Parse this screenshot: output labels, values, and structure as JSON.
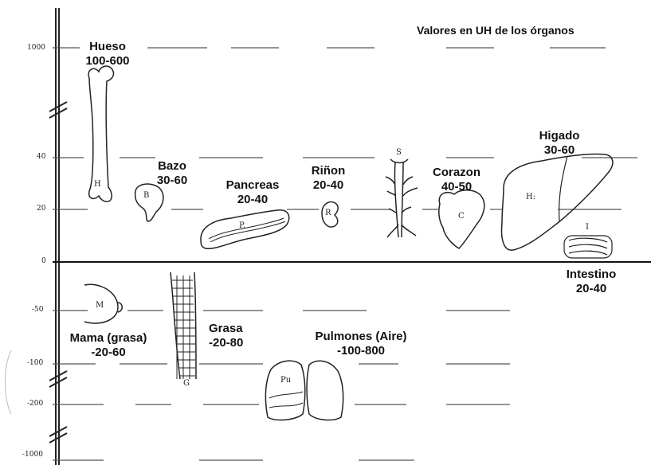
{
  "title": "Valores en UH de los órganos",
  "axis_ticks": [
    "1000",
    "40",
    "20",
    "0",
    "-50",
    "-100",
    "-200",
    "-1000"
  ],
  "organs": {
    "hueso": {
      "name": "Hueso",
      "range": "100-600",
      "mark": "H"
    },
    "bazo": {
      "name": "Bazo",
      "range": "30-60",
      "mark": "B"
    },
    "pancreas": {
      "name": "Pancreas",
      "range": "20-40",
      "mark": "P."
    },
    "rinon": {
      "name": "Riñon",
      "range": "20-40",
      "mark": "R"
    },
    "spine_mark": "S",
    "corazon": {
      "name": "Corazon",
      "range": "40-50",
      "mark": "C"
    },
    "higado": {
      "name": "Higado",
      "range": "30-60",
      "mark": "H:"
    },
    "intestino": {
      "name": "Intestino",
      "range": "20-40",
      "mark": "I"
    },
    "mama": {
      "name": "Mama (grasa)",
      "range": "-20-60",
      "mark": "M"
    },
    "grasa": {
      "name": "Grasa",
      "range": "-20-80",
      "mark": "G"
    },
    "pulmones": {
      "name": "Pulmones (Aire)",
      "range": "-100-800",
      "mark": "Pu"
    }
  }
}
